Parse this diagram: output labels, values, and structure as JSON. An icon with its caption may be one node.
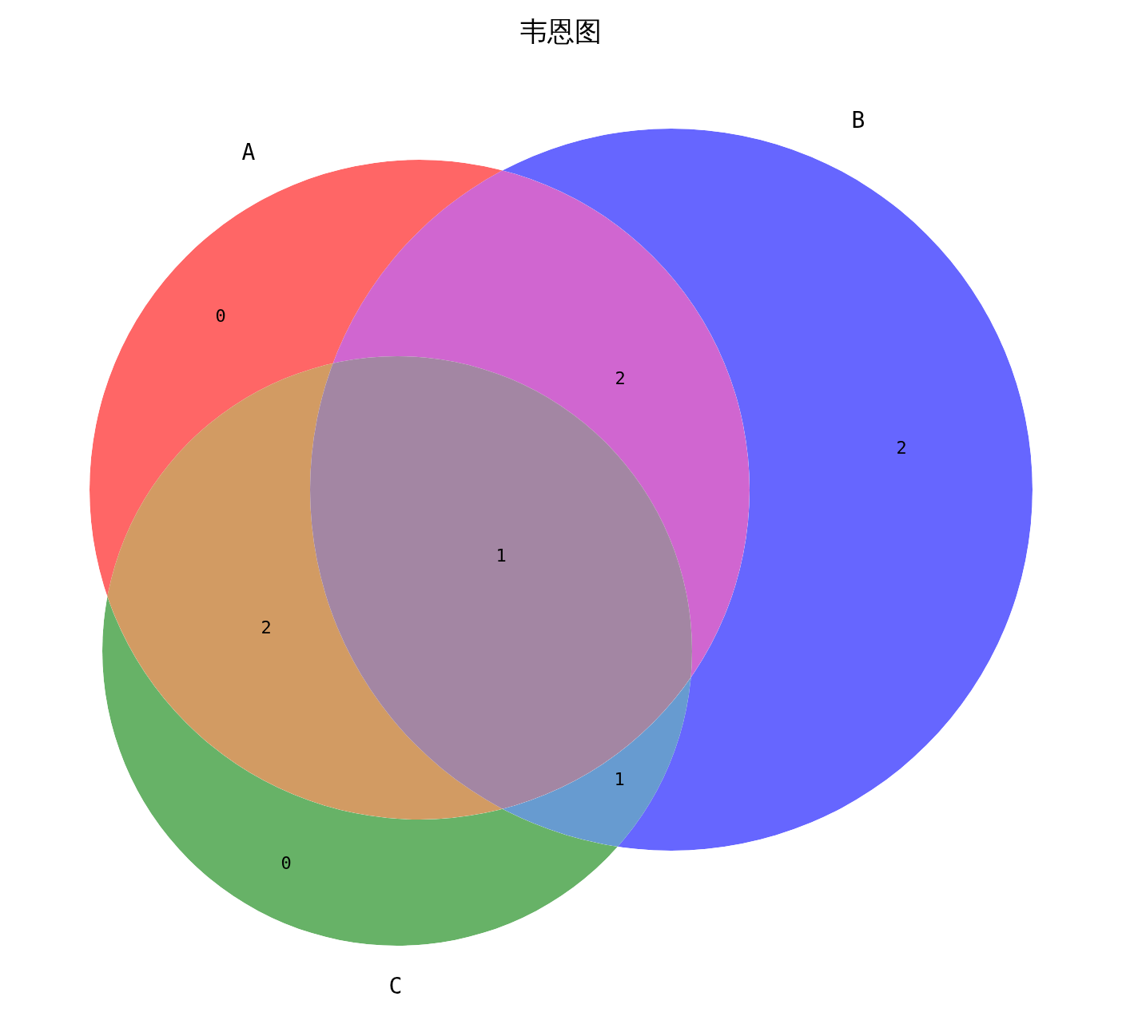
{
  "diagram": {
    "title": "韦恩图",
    "nodes": [
      {
        "text": [
          "A"
        ]
      },
      {
        "text": [
          "B"
        ]
      },
      {
        "text": [
          "C"
        ]
      }
    ],
    "labels": [
      "0",
      "2",
      "2",
      "1",
      "2",
      "1",
      "0"
    ]
  }
}
